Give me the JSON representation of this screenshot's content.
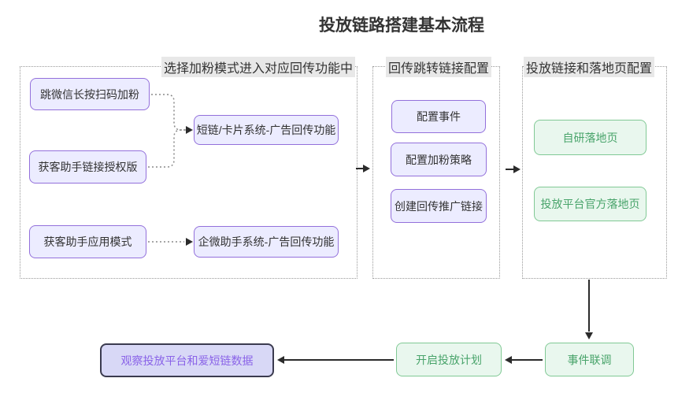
{
  "title": "投放链路搭建基本流程",
  "groups": {
    "select_mode": {
      "label": "选择加粉模式进入对应回传功能中"
    },
    "callback_link": {
      "label": "回传跳转链接配置"
    },
    "landing_page": {
      "label": "投放链接和落地页配置"
    }
  },
  "nodes": {
    "wechat_scan": {
      "label": "跳微信长按扫码加粉"
    },
    "assistant_auth": {
      "label": "获客助手链接授权版"
    },
    "shortlink_system": {
      "label": "短链/卡片系统-广告回传功能"
    },
    "assistant_app": {
      "label": "获客助手应用模式"
    },
    "qiwei_system": {
      "label": "企微助手系统-广告回传功能"
    },
    "config_event": {
      "label": "配置事件"
    },
    "config_strategy": {
      "label": "配置加粉策略"
    },
    "create_link": {
      "label": "创建回传推广链接"
    },
    "self_landing": {
      "label": "自研落地页"
    },
    "official_landing": {
      "label": "投放平台官方落地页"
    },
    "event_debug": {
      "label": "事件联调"
    },
    "start_plan": {
      "label": "开启投放计划"
    },
    "observe_data": {
      "label": "观察投放平台和爱短链数据"
    }
  },
  "colors": {
    "purple_node_fill": "#ECECFF",
    "purple_node_border": "#9370DB",
    "green_node_fill": "#E9F7EE",
    "green_node_border": "#81C995",
    "green_node_text": "#49A46B",
    "observe_node_fill": "#D8D8F6",
    "observe_node_border": "#3B3B4F",
    "observe_node_text": "#8A63E8",
    "group_border": "#999999",
    "group_label_bg": "#E8E8E8",
    "edge": "#2B2B2B"
  }
}
